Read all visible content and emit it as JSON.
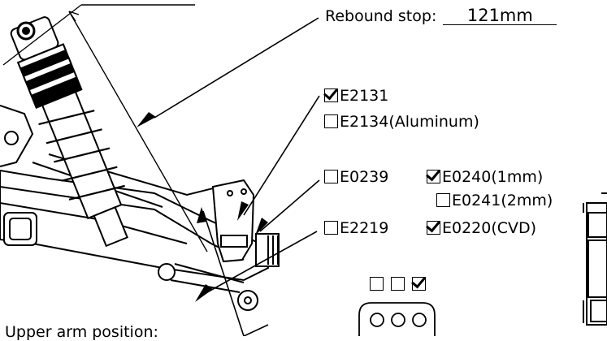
{
  "rebound": {
    "label": "Rebound stop:",
    "value": "121mm"
  },
  "upper_parts": [
    {
      "code": "E2131",
      "checked": true
    },
    {
      "code": "E2134(Aluminum)",
      "checked": false
    }
  ],
  "row_spacers": [
    {
      "code": "E0239",
      "checked": false
    },
    {
      "code": "E0240(1mm)",
      "checked": true
    },
    {
      "code": "E0241(2mm)",
      "checked": false
    }
  ],
  "row_pivots": [
    {
      "code": "E2219",
      "checked": false
    },
    {
      "code": "E0220(CVD)",
      "checked": true
    }
  ],
  "mount_holes": [
    {
      "checked": false
    },
    {
      "checked": false
    },
    {
      "checked": true
    }
  ],
  "bottom_label": "Upper arm position:"
}
